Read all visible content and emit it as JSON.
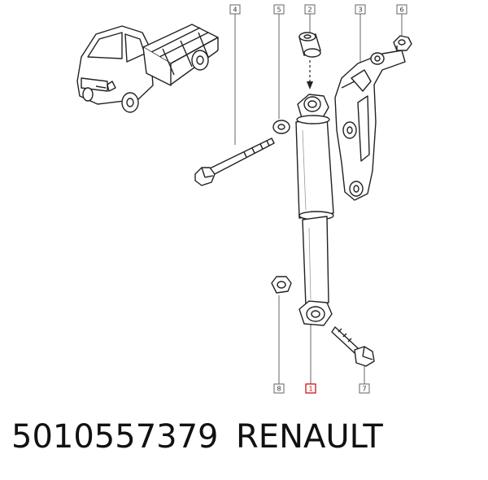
{
  "diagram": {
    "callouts": [
      {
        "id": "callout-4",
        "label": "4",
        "color": "#555555"
      },
      {
        "id": "callout-5",
        "label": "5",
        "color": "#555555"
      },
      {
        "id": "callout-2",
        "label": "2",
        "color": "#555555"
      },
      {
        "id": "callout-3",
        "label": "3",
        "color": "#555555"
      },
      {
        "id": "callout-6",
        "label": "6",
        "color": "#555555"
      },
      {
        "id": "callout-8",
        "label": "8",
        "color": "#555555"
      },
      {
        "id": "callout-1",
        "label": "1",
        "color": "#cc0000"
      },
      {
        "id": "callout-7",
        "label": "7",
        "color": "#555555"
      }
    ],
    "icons": [
      "van-chassis-icon",
      "shock-absorber-icon",
      "bushing-icon",
      "bracket-icon",
      "nut-icon",
      "bolt-icon",
      "washer-icon"
    ]
  },
  "caption": {
    "part_number": "5010557379",
    "brand": "RENAULT"
  }
}
